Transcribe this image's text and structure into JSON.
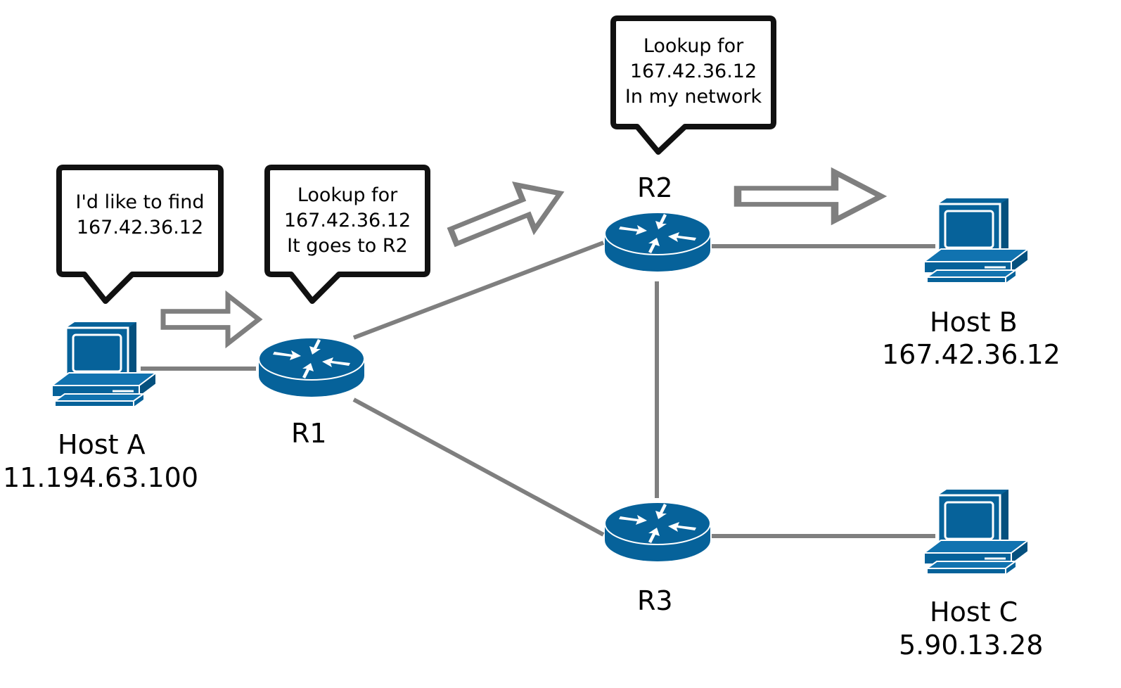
{
  "devices": {
    "host_a": {
      "name": "Host A",
      "ip": "11.194.63.100"
    },
    "host_b": {
      "name": "Host B",
      "ip": "167.42.36.12"
    },
    "host_c": {
      "name": "Host C",
      "ip": "5.90.13.28"
    },
    "r1": {
      "name": "R1"
    },
    "r2": {
      "name": "R2"
    },
    "r3": {
      "name": "R3"
    }
  },
  "bubbles": {
    "host_a": [
      "I'd like to find",
      "167.42.36.12"
    ],
    "r1": [
      "Lookup for",
      "167.42.36.12",
      "It goes to R2"
    ],
    "r2": [
      "Lookup for",
      "167.42.36.12",
      "In my network"
    ]
  },
  "colors": {
    "device": "#06629a",
    "link": "#7f7f7f",
    "arrow_outline": "#7f7f7f",
    "bubble_border": "#111111"
  }
}
